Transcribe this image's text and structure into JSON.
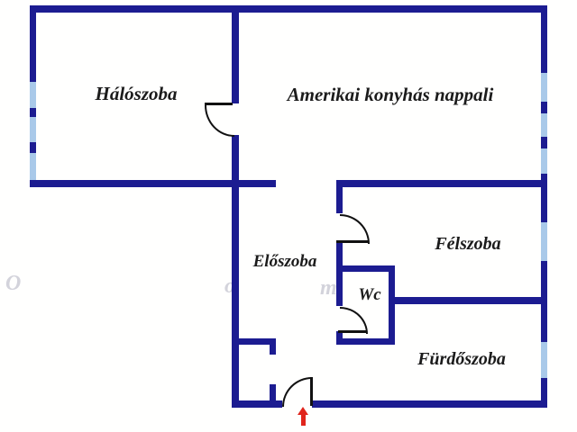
{
  "diagram": {
    "type": "apartment-floor-plan",
    "language": "Hungarian"
  },
  "rooms": {
    "haloszoba": "Hálószoba",
    "nappali": "Amerikai konyhás nappali",
    "eloszoba": "Előszoba",
    "felszoba": "Félszoba",
    "wc": "Wc",
    "furdoszoba": "Fürdőszoba"
  },
  "watermark": {
    "fragments": [
      "O",
      "o",
      "m"
    ]
  },
  "entrance": {
    "arrow_icon": "red-up-arrow"
  },
  "colors": {
    "wall": "#1c1c91",
    "window": "#a9c9e9",
    "door_swing": "#111111",
    "label_text": "#1b1b1b",
    "entrance_arrow": "#e0251c",
    "background": "#fffffe"
  }
}
